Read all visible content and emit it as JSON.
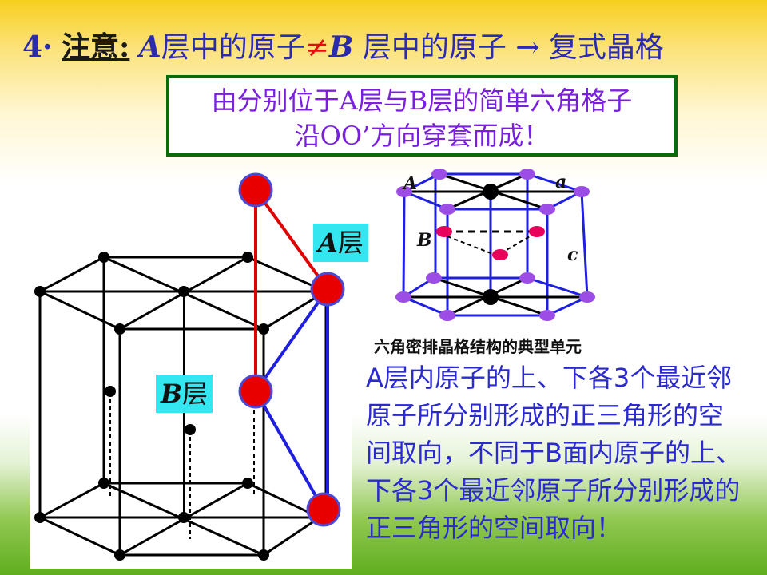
{
  "title": {
    "number": "4·",
    "note": "注意:",
    "a_italic": "A",
    "part1": "层中的原子",
    "neq": "≠",
    "b_italic": "B",
    "part2": "层中的原子 → 复式晶格"
  },
  "box_text": {
    "line1": "由分别位于A层与B层的简单六角格子",
    "line2": "沿OO’方向穿套而成！"
  },
  "labels": {
    "a_layer_letter": "A",
    "a_layer_suffix": "层",
    "b_layer_letter": "B",
    "b_layer_suffix": "层",
    "small_A": "A",
    "small_a": "a",
    "small_B": "B",
    "small_c": "c"
  },
  "caption": "六角密排晶格结构的典型单元",
  "description": "A层内原子的上、下各3个最近邻原子所分别形成的正三角形的空间取向，不同于B面内原子的上、下各3个最近邻原子所分别形成的正三角形的空间取向！",
  "colors": {
    "title": "#2b2bb0",
    "box_border": "#0c6a0c",
    "box_text": "#7a1fe0",
    "atom_red": "#e80000",
    "atom_purple": "#9b4de6",
    "lattice_blue": "#1f1fe0",
    "label_bg": "#33e6f0"
  }
}
